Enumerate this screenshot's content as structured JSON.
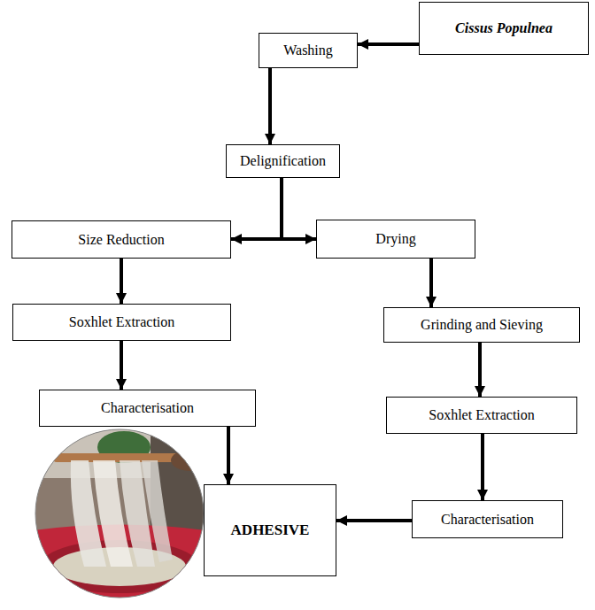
{
  "diagram": {
    "nodes": [
      {
        "text": [
          "Cissus Populnea"
        ]
      },
      {
        "text": [
          "Washing"
        ]
      },
      {
        "text": [
          "Delignification"
        ]
      },
      {
        "text": [
          "Size Reduction"
        ]
      },
      {
        "text": [
          "Drying"
        ]
      },
      {
        "text": [
          "Soxhlet Extraction"
        ]
      },
      {
        "text": [
          "Grinding and Sieving"
        ]
      },
      {
        "text": [
          "Characterisation"
        ]
      },
      {
        "text": [
          "Soxhlet Extraction"
        ]
      },
      {
        "text": [
          "ADHESIVE"
        ]
      },
      {
        "text": [
          "Characterisation"
        ]
      }
    ],
    "edges": [
      {
        "from": 0,
        "to": 1,
        "arrow": "to"
      },
      {
        "from": 1,
        "to": 2,
        "arrow": "to"
      },
      {
        "from": 2,
        "to": 3,
        "arrow": "to"
      },
      {
        "from": 2,
        "to": 4,
        "arrow": "to"
      },
      {
        "from": 3,
        "to": 5,
        "arrow": "to"
      },
      {
        "from": 5,
        "to": 7,
        "arrow": "to"
      },
      {
        "from": 7,
        "to": 9,
        "arrow": "to"
      },
      {
        "from": 4,
        "to": 6,
        "arrow": "to"
      },
      {
        "from": 6,
        "to": 8,
        "arrow": "to"
      },
      {
        "from": 8,
        "to": 10,
        "arrow": "to"
      },
      {
        "from": 10,
        "to": 9,
        "arrow": "to"
      }
    ]
  }
}
